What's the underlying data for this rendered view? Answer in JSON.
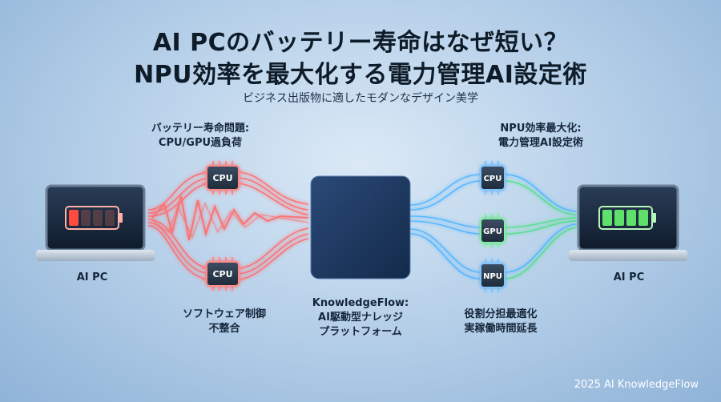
{
  "title": {
    "line1": "AI PCのバッテリー寿命はなぜ短い？",
    "line2": "NPU効率を最大化する電力管理AI設定術"
  },
  "subtitle": "ビジネス出版物に適したモダンなデザイン美学",
  "left": {
    "problem_title_line1": "バッテリー寿命問題:",
    "problem_title_line2": "CPU/GPU過負荷",
    "device_label": "AI PC",
    "chip_top": "CPU",
    "chip_bottom": "CPU",
    "issue_line1": "ソフトウェア制御",
    "issue_line2": "不整合",
    "battery_color": "#ff4a3d",
    "stream_color": "#ff6b6b"
  },
  "center": {
    "platform_line1": "KnowledgeFlow:",
    "platform_line2": "AI駆動型ナレッジ",
    "platform_line3": "プラットフォーム",
    "box_color": "#1d3a63"
  },
  "right": {
    "solution_title_line1": "NPU効率最大化:",
    "solution_title_line2": "電力管理AI設定術",
    "device_label": "AI PC",
    "chip_top": "CPU",
    "chip_middle": "GPU",
    "chip_bottom": "NPU",
    "result_line1": "役割分担最適化",
    "result_line2": "実稼働時間延長",
    "battery_color": "#5ee06b",
    "stream_color_blue": "#4fb4ff",
    "stream_color_green": "#4fe08a"
  },
  "footer": "2025 AI KnowledgeFlow"
}
